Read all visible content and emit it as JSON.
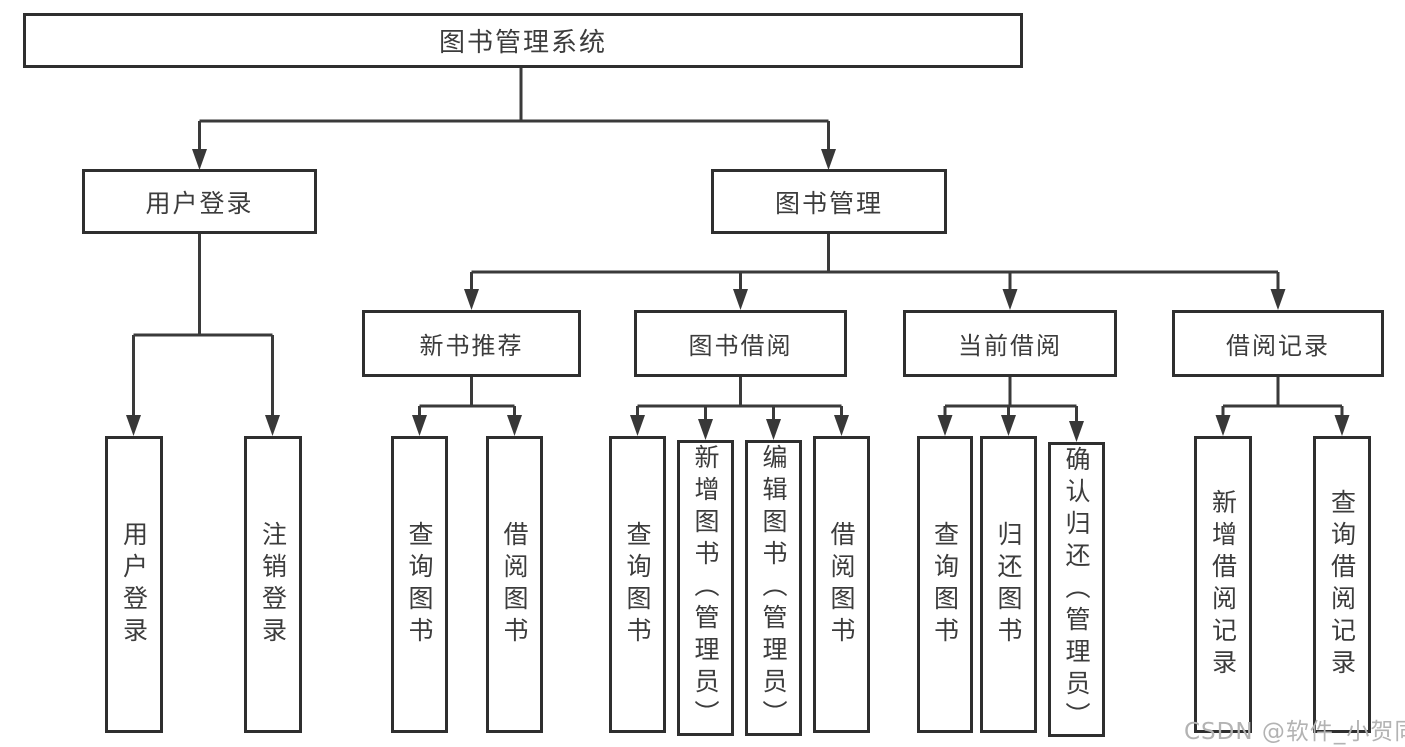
{
  "diagram": {
    "title": "图书管理系统",
    "root": {
      "label": "图书管理系统"
    },
    "branches": [
      {
        "label": "用户登录"
      },
      {
        "label": "图书管理"
      }
    ],
    "modules": [
      {
        "label": "新书推荐"
      },
      {
        "label": "图书借阅"
      },
      {
        "label": "当前借阅"
      },
      {
        "label": "借阅记录"
      }
    ],
    "leaves": [
      {
        "label": "用户登录"
      },
      {
        "label": "注销登录"
      },
      {
        "label": "查询图书"
      },
      {
        "label": "借阅图书"
      },
      {
        "label": "查询图书"
      },
      {
        "label": "新增图书（管理员）"
      },
      {
        "label": "编辑图书（管理员）"
      },
      {
        "label": "借阅图书"
      },
      {
        "label": "查询图书"
      },
      {
        "label": "归还图书"
      },
      {
        "label": "确认归还（管理员）"
      },
      {
        "label": "新增借阅记录"
      },
      {
        "label": "查询借阅记录"
      }
    ]
  },
  "watermark": "CSDN @软件_小贺同学",
  "colors": {
    "line": "#3a3a3a",
    "box_border": "#2f2f2f",
    "text": "#3c3c3c",
    "watermark": "#b3b3b3",
    "background": "#ffffff"
  }
}
